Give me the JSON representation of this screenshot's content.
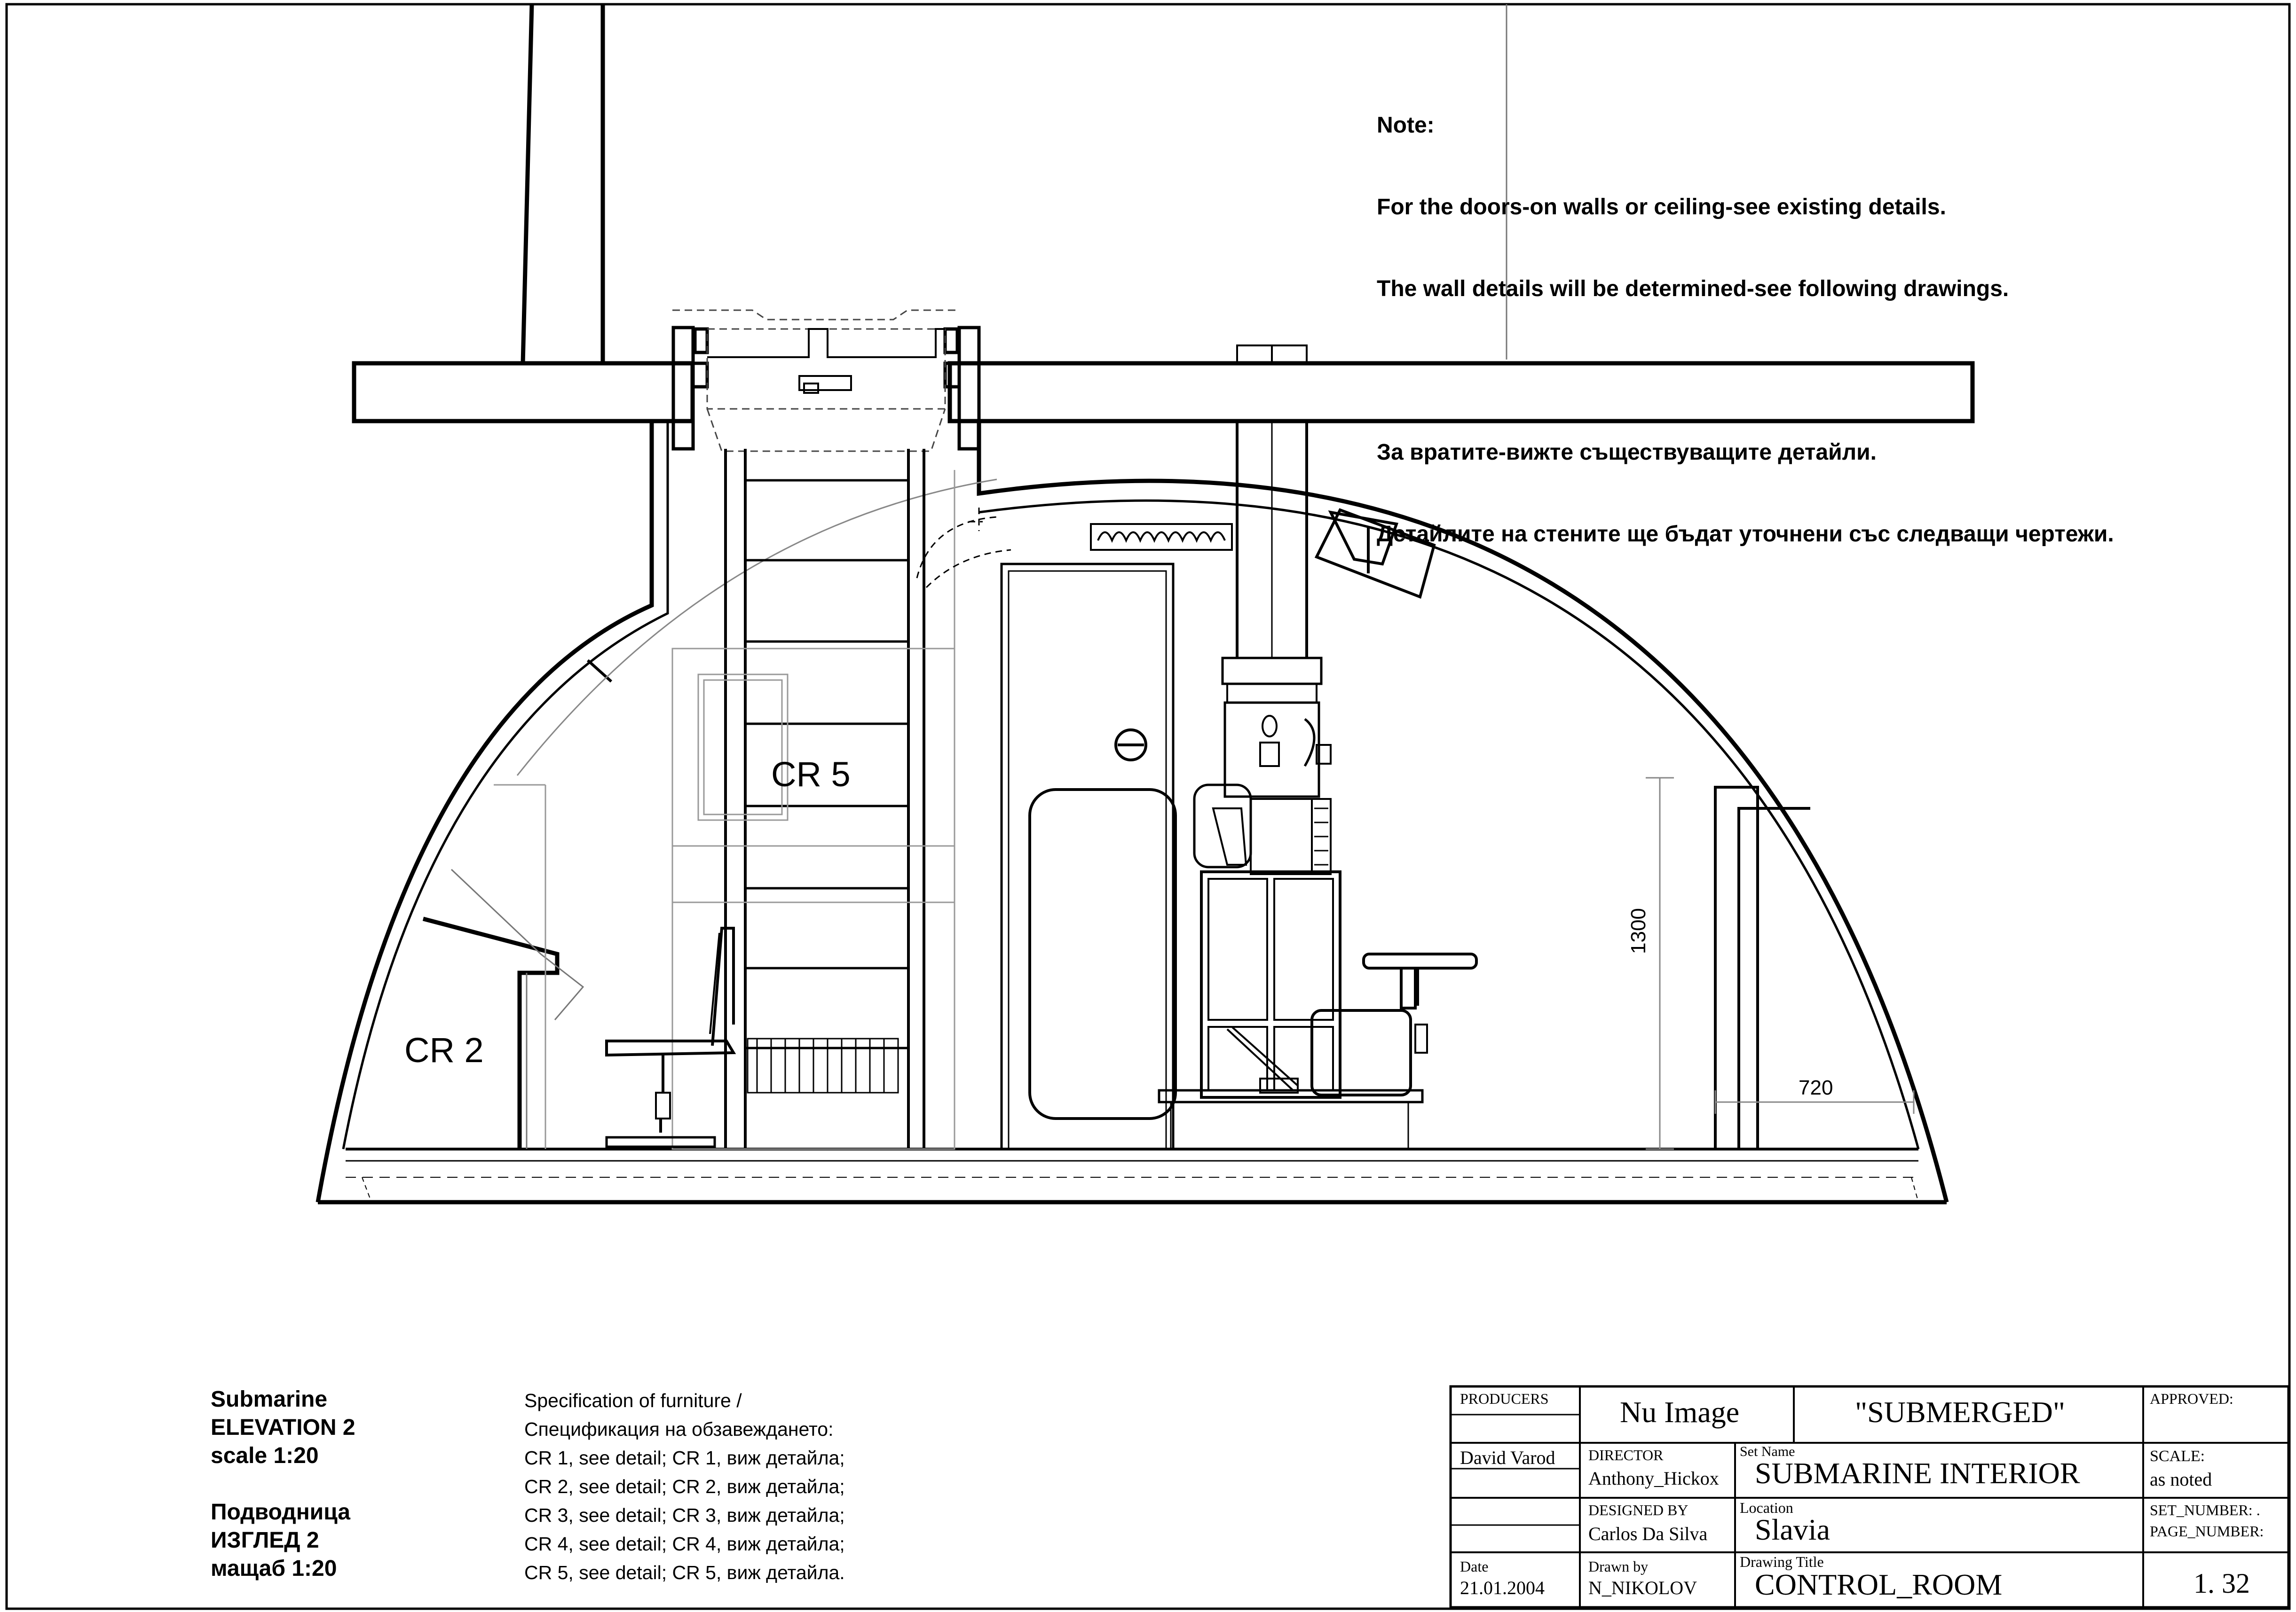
{
  "note": {
    "heading": "Note:",
    "lines": [
      "For the doors-on walls or ceiling-see existing details.",
      "The wall details will be determined-see following drawings.",
      "",
      "За вратите-вижте съществуващите детайли.",
      "Детайлите на стените ще бъдат уточнени със следващи чертежи."
    ]
  },
  "drawing": {
    "zone_labels": {
      "cr5": "CR 5",
      "cr2": "CR 2"
    },
    "dimensions": {
      "height": "1300",
      "width": "720"
    }
  },
  "caption": {
    "title_en": "Submarine",
    "view_en": "ELEVATION 2",
    "scale_en": "scale 1:20",
    "title_bg": "Подводница",
    "view_bg": "ИЗГЛЕД 2",
    "scale_bg": "мащаб 1:20"
  },
  "specification": {
    "heading_en": "Specification of furniture /",
    "heading_bg": "Спецификация на обзавеждането:",
    "items": [
      "CR 1, see detail; CR 1, виж детайла;",
      "CR 2, see detail; CR 2, виж детайла;",
      "CR 3, see detail; CR 3, виж детайла;",
      "CR 4, see detail; CR 4, виж детайла;",
      "CR 5, see detail; CR 5, виж детайла."
    ]
  },
  "title_block": {
    "producers_label": "PRODUCERS",
    "producer_company": "Nu Image",
    "film_title": "\"SUBMERGED\"",
    "approved_label": "APPROVED:",
    "producer_name": "David Varod",
    "director_label": "DIRECTOR",
    "director_name": "Anthony_Hickox",
    "set_name_label": "Set Name",
    "set_name": "SUBMARINE INTERIOR",
    "scale_label": "SCALE:",
    "scale_value": "as noted",
    "designed_by_label": "DESIGNED BY",
    "designer": "Carlos Da Silva",
    "location_label": "Location",
    "location": "Slavia",
    "set_number_label": "SET_NUMBER: .",
    "page_number_label": "PAGE_NUMBER:",
    "date_label": "Date",
    "date": "21.01.2004",
    "drawn_by_label": "Drawn by",
    "drawn_by": "N_NIKOLOV",
    "drawing_title_label": "Drawing Title",
    "drawing_title": "CONTROL_ROOM",
    "page_number": "1. 32"
  }
}
